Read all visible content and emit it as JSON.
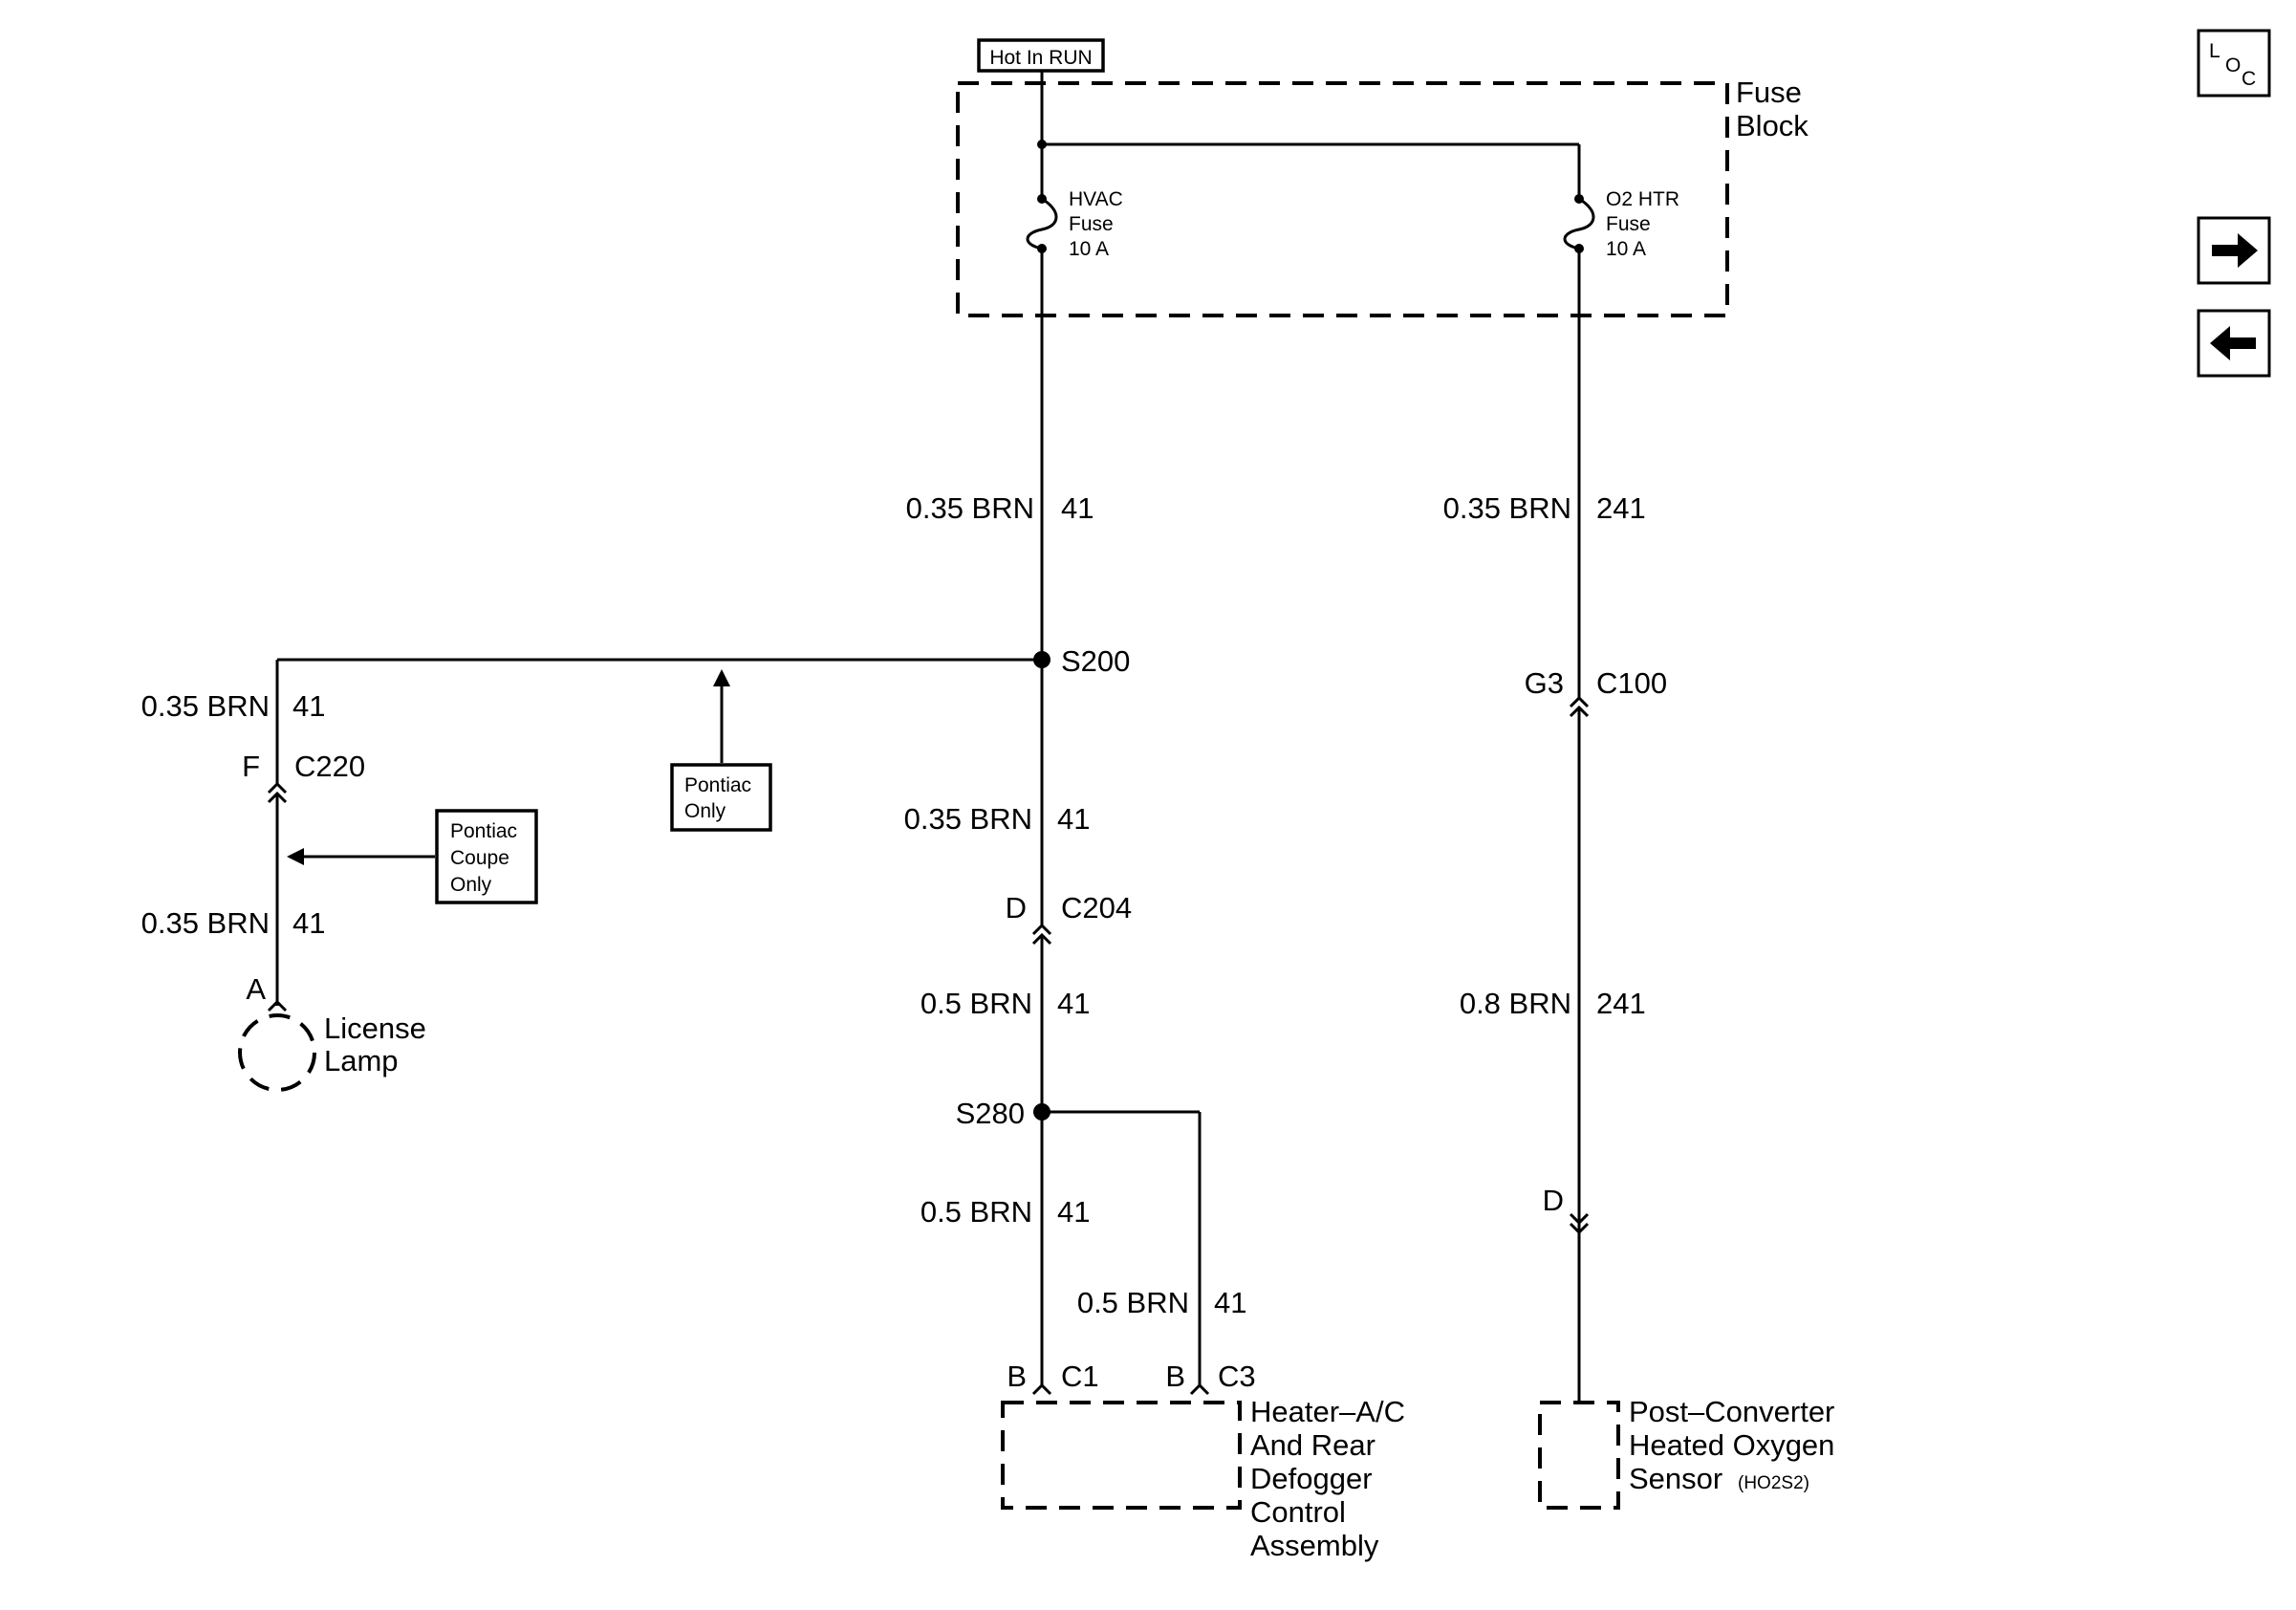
{
  "power_source": "Hot In RUN",
  "fuse_block": {
    "line1": "Fuse",
    "line2": "Block"
  },
  "fuses": [
    {
      "line1": "HVAC",
      "line2": "Fuse",
      "line3": "10 A"
    },
    {
      "line1": "O2 HTR",
      "line2": "Fuse",
      "line3": "10 A"
    }
  ],
  "wires": {
    "w1": {
      "spec": "0.35 BRN",
      "circuit": "41"
    },
    "w2": {
      "spec": "0.35 BRN",
      "circuit": "241"
    },
    "w3": {
      "spec": "0.35 BRN",
      "circuit": "41"
    },
    "w4": {
      "spec": "0.35 BRN",
      "circuit": "41"
    },
    "w5": {
      "spec": "0.35 BRN",
      "circuit": "41"
    },
    "w6": {
      "spec": "0.5 BRN",
      "circuit": "41"
    },
    "w7": {
      "spec": "0.8 BRN",
      "circuit": "241"
    },
    "w8": {
      "spec": "0.5 BRN",
      "circuit": "41"
    },
    "w9": {
      "spec": "0.5 BRN",
      "circuit": "41"
    }
  },
  "splices": {
    "s200": "S200",
    "s280": "S280"
  },
  "connectors": {
    "c100": {
      "pin": "G3",
      "name": "C100"
    },
    "c220": {
      "pin": "F",
      "name": "C220"
    },
    "c204": {
      "pin": "D",
      "name": "C204"
    },
    "c1": {
      "pin": "B",
      "name": "C1"
    },
    "c3": {
      "pin": "B",
      "name": "C3"
    },
    "lamp_pin": "A",
    "sensor_pin": "D"
  },
  "notes": {
    "pontiac_only": {
      "line1": "Pontiac",
      "line2": "Only"
    },
    "pontiac_coupe_only": {
      "line1": "Pontiac",
      "line2": "Coupe",
      "line3": "Only"
    }
  },
  "components": {
    "license_lamp": {
      "line1": "License",
      "line2": "Lamp"
    },
    "hvac_module": {
      "line1": "Heater–A/C",
      "line2": "And Rear",
      "line3": "Defogger",
      "line4": "Control",
      "line5": "Assembly"
    },
    "o2_sensor": {
      "line1": "Post–Converter",
      "line2": "Heated Oxygen",
      "line3": "Sensor",
      "abbr": "(HO2S2)"
    }
  },
  "nav": {
    "loc_l": "L",
    "loc_o": "O",
    "loc_c": "C",
    "next_icon": "arrow-right-icon",
    "prev_icon": "arrow-left-icon"
  }
}
